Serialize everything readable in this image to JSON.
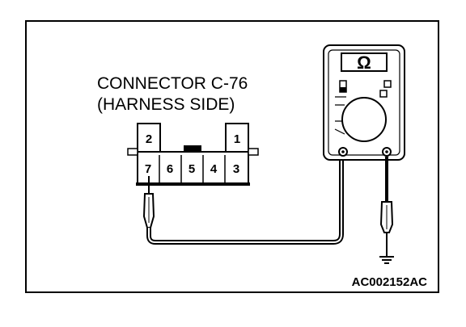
{
  "connector": {
    "title_line1": "CONNECTOR C-76",
    "title_line2": "(HARNESS SIDE)",
    "pins_top": [
      "2",
      "1"
    ],
    "pins_bottom": [
      "7",
      "6",
      "5",
      "4",
      "3"
    ]
  },
  "meter": {
    "mode_symbol": "Ω"
  },
  "figure_id": "AC002152AC"
}
